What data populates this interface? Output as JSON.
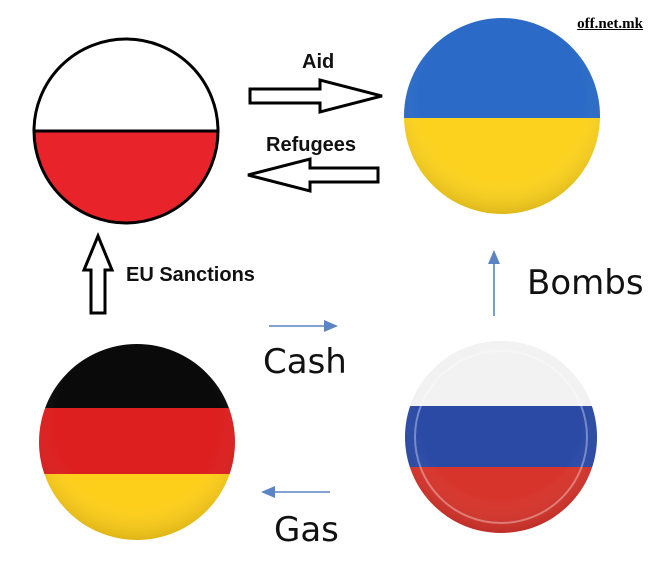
{
  "watermark": "off.net.mk",
  "nodes": [
    {
      "id": "poland",
      "name": "flag-poland",
      "colors": [
        "#ffffff",
        "#e8232a"
      ]
    },
    {
      "id": "ukraine",
      "name": "flag-ukraine",
      "colors": [
        "#2b6bc7",
        "#fcd21e"
      ]
    },
    {
      "id": "germany",
      "name": "flag-germany",
      "colors": [
        "#0a0a0a",
        "#dd1f1f",
        "#fdce1a"
      ]
    },
    {
      "id": "russia",
      "name": "flag-russia",
      "colors": [
        "#f2f2f2",
        "#2b4aa6",
        "#d7352c"
      ]
    }
  ],
  "edges": {
    "aid": "Aid",
    "refugees": "Refugees",
    "eu_sanctions": "EU Sanctions",
    "bombs": "Bombs",
    "cash": "Cash",
    "gas": "Gas"
  }
}
